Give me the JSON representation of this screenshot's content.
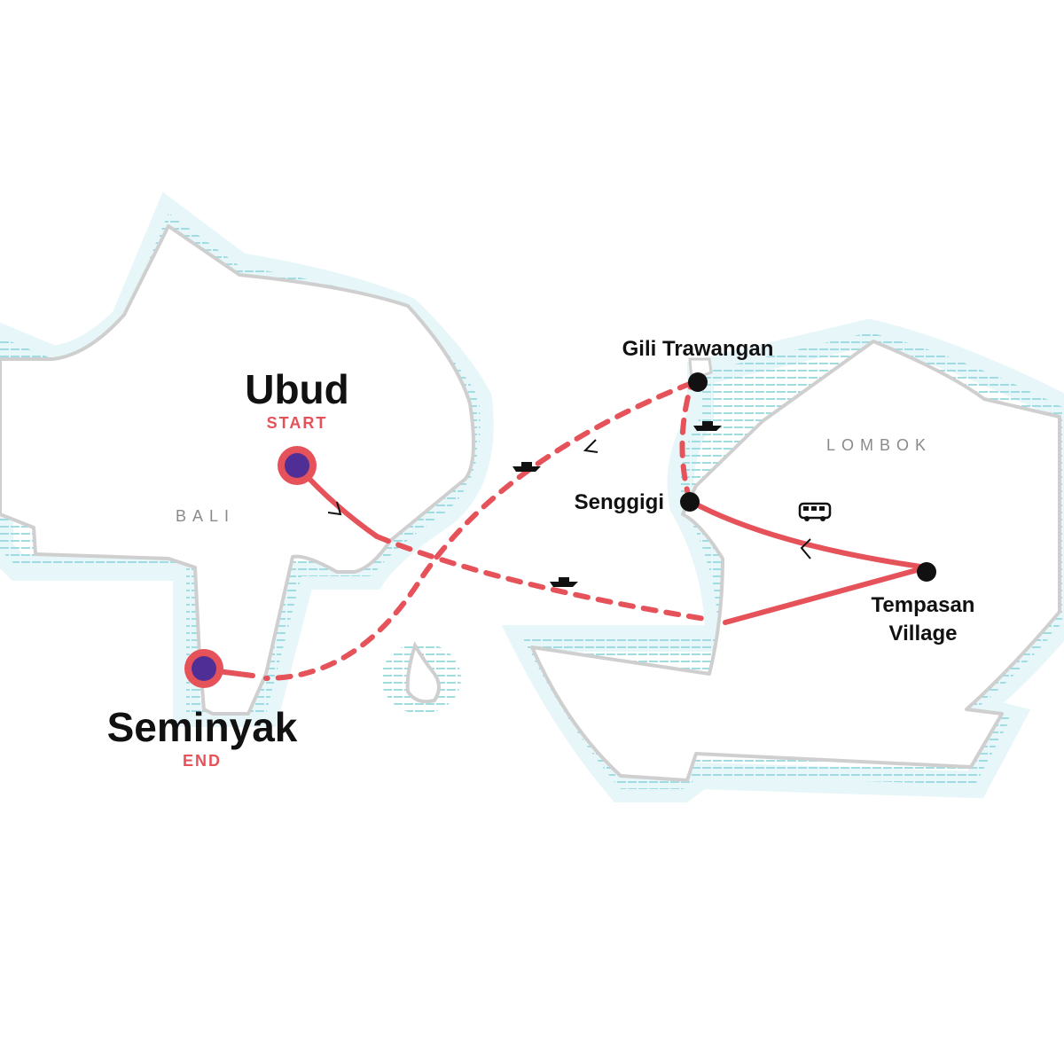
{
  "colors": {
    "route": "#e6525a",
    "start_end_fill": "#4f2f96",
    "stop": "#111111",
    "land_outline": "#cfcfcf",
    "water": "#9fdde3",
    "land": "#ffffff"
  },
  "regions": {
    "bali": "BALI",
    "lombok": "LOMBOK"
  },
  "places": {
    "ubud": {
      "name": "Ubud",
      "tag": "START"
    },
    "seminyak": {
      "name": "Seminyak",
      "tag": "END"
    },
    "gili": {
      "name": "Gili Trawangan"
    },
    "senggigi": {
      "name": "Senggigi"
    },
    "tempasan": {
      "name_line1": "Tempasan",
      "name_line2": "Village"
    }
  },
  "transport_icons": [
    "boat-icon",
    "boat-icon",
    "boat-icon",
    "bus-icon"
  ]
}
